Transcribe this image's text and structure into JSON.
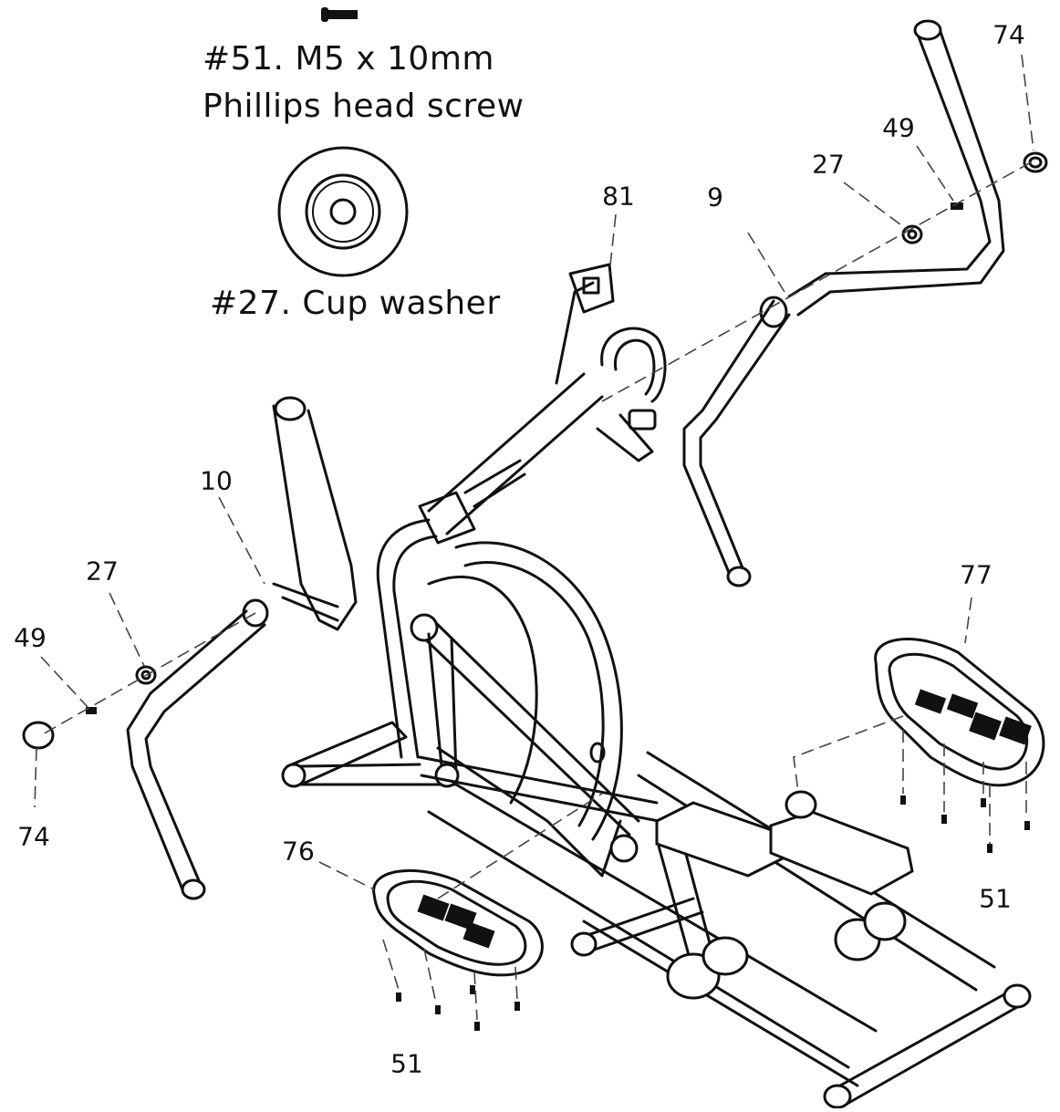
{
  "legend": {
    "screw_label": "#51. M5 x 10mm",
    "screw_desc": "Phillips head screw",
    "washer_label": "#27. Cup washer"
  },
  "callouts": {
    "c81": "81",
    "c9": "9",
    "c27_right": "27",
    "c49_right": "49",
    "c74_right": "74",
    "c10": "10",
    "c27_left": "27",
    "c49_left": "49",
    "c74_left": "74",
    "c77": "77",
    "c76": "76",
    "c51_right": "51",
    "c51_left": "51"
  }
}
